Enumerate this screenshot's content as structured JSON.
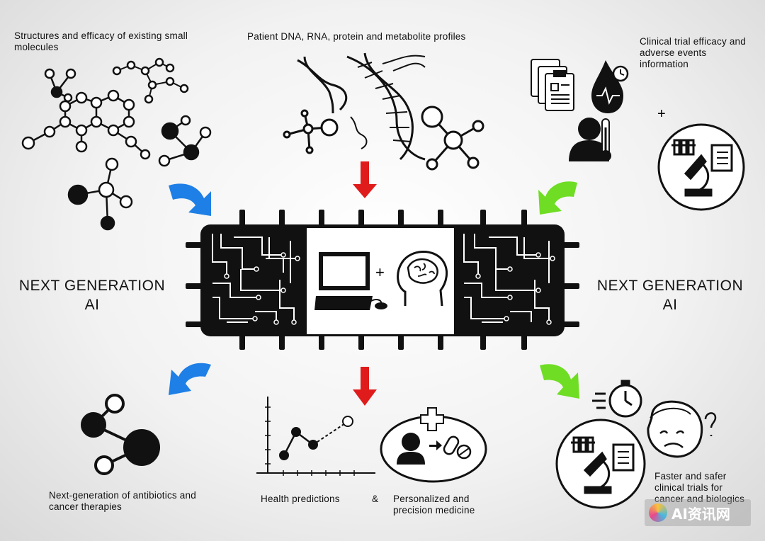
{
  "labels": {
    "top_left": "Structures and efficacy of existing small molecules",
    "top_center": "Patient DNA, RNA, protein and metabolite profiles",
    "top_right": "Clinical trial efficacy and adverse events information",
    "left_title_line1": "NEXT GENERATION",
    "left_title_line2": "AI",
    "right_title_line1": "NEXT GENERATION",
    "right_title_line2": "AI",
    "bottom_left": "Next-generation of antibiotics and cancer therapies",
    "bottom_center_a": "Health predictions",
    "ampersand": "&",
    "bottom_center_b": "Personalized and precision medicine",
    "bottom_right": "Faster and safer clinical trials for cancer and biologics",
    "plus_center": "+",
    "plus_right": "+"
  },
  "watermark": {
    "text": "AI资讯网"
  },
  "colors": {
    "blue_arrow": "#1e7fe6",
    "red_arrow": "#e01b1b",
    "green_arrow": "#6fdd23",
    "ink": "#111111"
  },
  "icons": [
    "molecule-icon",
    "dna-helix-icon",
    "clipboard-icon",
    "blood-drop-icon",
    "thermometer-person-icon",
    "microscope-icon",
    "computer-icon",
    "brain-head-icon",
    "stopwatch-icon",
    "sick-face-icon",
    "patient-pill-icon"
  ]
}
